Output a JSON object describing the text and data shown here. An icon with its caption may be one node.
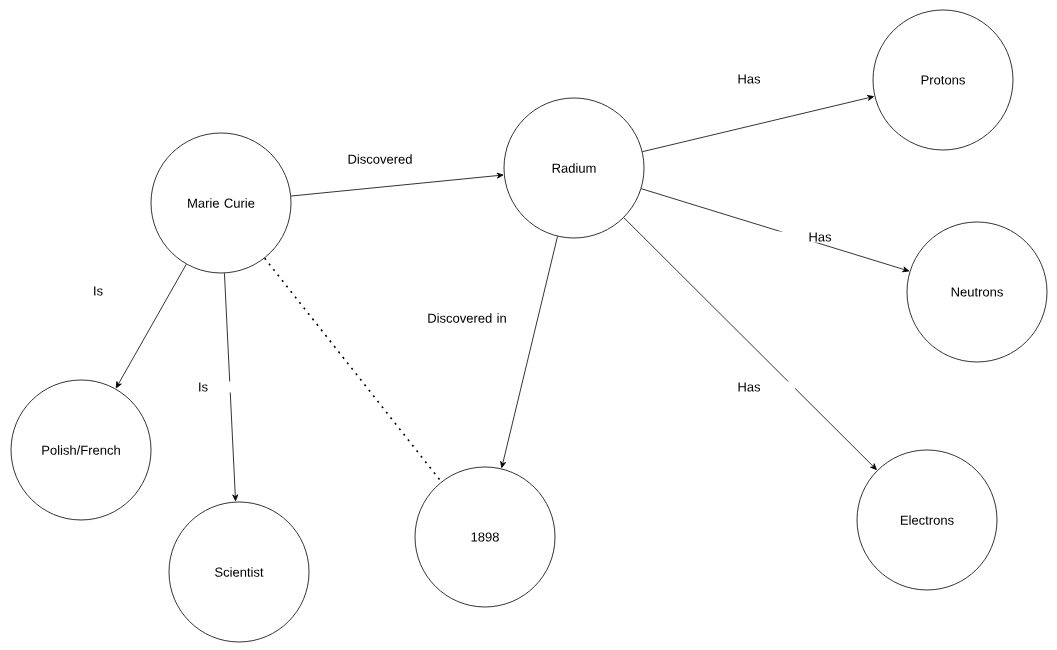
{
  "diagram": {
    "nodes": [
      {
        "text": [
          "Marie Curie"
        ]
      },
      {
        "text": [
          "Radium"
        ]
      },
      {
        "text": [
          "Protons"
        ]
      },
      {
        "text": [
          "Neutrons"
        ]
      },
      {
        "text": [
          "Electrons"
        ]
      },
      {
        "text": [
          "Polish/French"
        ]
      },
      {
        "text": [
          "Scientist"
        ]
      },
      {
        "text": [
          "1898"
        ]
      }
    ],
    "edges": [
      {
        "from": 0,
        "to": 1,
        "arrow": "to",
        "label": "Discovered"
      },
      {
        "from": 1,
        "to": 2,
        "arrow": "to",
        "label": "Has"
      },
      {
        "from": 1,
        "to": 3,
        "arrow": "to",
        "label": "Has"
      },
      {
        "from": 1,
        "to": 4,
        "arrow": "to",
        "label": "Has"
      },
      {
        "from": 0,
        "to": 5,
        "arrow": "to",
        "label": "Is"
      },
      {
        "from": 0,
        "to": 6,
        "arrow": "to",
        "label": "Is"
      },
      {
        "from": 1,
        "to": 7,
        "arrow": "to",
        "label": "Discovered in"
      },
      {
        "from": 0,
        "to": 7,
        "arrow": "none",
        "style": "dashed"
      }
    ]
  }
}
